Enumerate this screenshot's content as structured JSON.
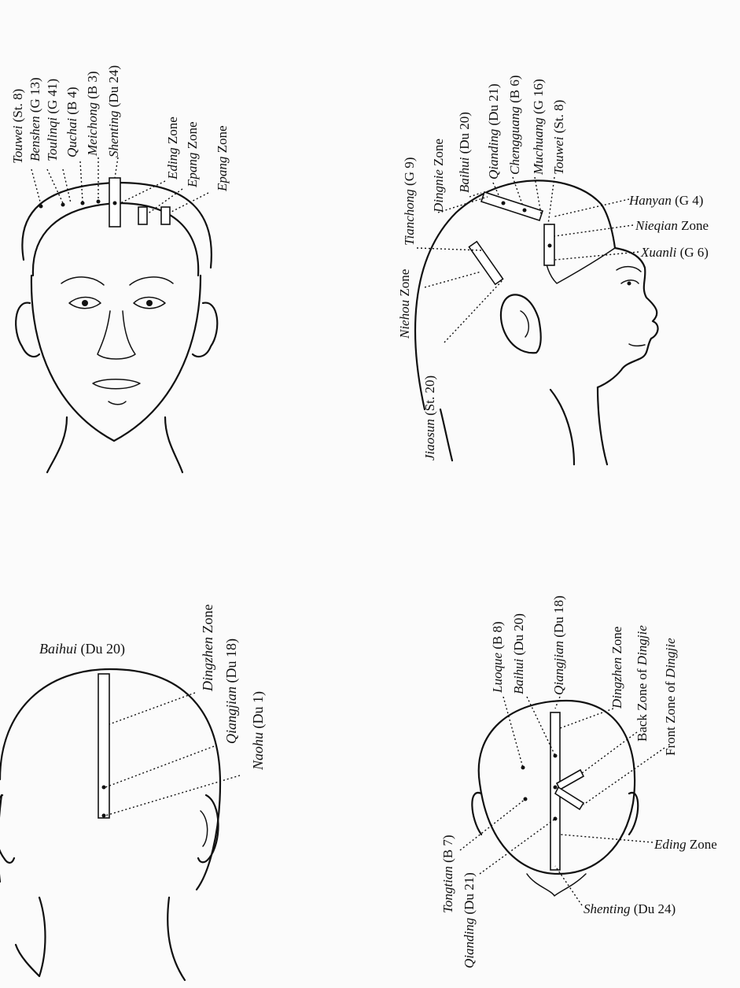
{
  "front_view": {
    "labels": [
      {
        "name": "Touwei",
        "code": "(St. 8)"
      },
      {
        "name": "Benshen",
        "code": "(G 13)"
      },
      {
        "name": "Toulinqi",
        "code": "(G 41)"
      },
      {
        "name": "Quchai",
        "code": "(B 4)"
      },
      {
        "name": "Meichong",
        "code": "(B 3)"
      },
      {
        "name": "Shenting",
        "code": "(Du 24)"
      },
      {
        "name": "Eding",
        "code": "Zone"
      },
      {
        "name": "Epang",
        "code": "Zone"
      },
      {
        "name": "Epang",
        "code": "Zone"
      }
    ]
  },
  "side_view": {
    "labels": [
      {
        "name": "Tianchong",
        "code": "(G 9)"
      },
      {
        "name": "Dingnie",
        "code": "Zone"
      },
      {
        "name": "Baihui",
        "code": "(Du 20)"
      },
      {
        "name": "Qianding",
        "code": "(Du 21)"
      },
      {
        "name": "Chengguang",
        "code": "(B 6)"
      },
      {
        "name": "Muchuang",
        "code": "(G 16)"
      },
      {
        "name": "Touwei",
        "code": "(St. 8)"
      },
      {
        "name": "Hanyan",
        "code": "(G 4)"
      },
      {
        "name": "Nieqian",
        "code": "Zone"
      },
      {
        "name": "Xuanli",
        "code": "(G 6)"
      },
      {
        "name": "Niehou",
        "code": "Zone"
      },
      {
        "name": "Jiaosun",
        "code": "(St. 20)"
      }
    ]
  },
  "back_view": {
    "labels": [
      {
        "name": "Baihui",
        "code": "(Du 20)"
      },
      {
        "name": "Dingzhen",
        "code": "Zone"
      },
      {
        "name": "Qiangjian",
        "code": "(Du 18)"
      },
      {
        "name": "Naohu",
        "code": "(Du 1)"
      }
    ]
  },
  "top_view": {
    "labels": [
      {
        "name": "Luoque",
        "code": "(B 8)"
      },
      {
        "name": "Baihui",
        "code": "(Du 20)"
      },
      {
        "name": "Qiangjian",
        "code": "(Du 18)"
      },
      {
        "name": "Dingzhen",
        "code": "Zone"
      },
      {
        "name": "Back Zone of ",
        "code": "Dingjie"
      },
      {
        "name": "Front Zone of ",
        "code": "Dingjie"
      },
      {
        "name": "Tongtian",
        "code": "(B 7)"
      },
      {
        "name": "Qianding",
        "code": "(Du 21)"
      },
      {
        "name": "Eding",
        "code": "Zone"
      },
      {
        "name": "Shenting",
        "code": "(Du 24)"
      }
    ]
  }
}
